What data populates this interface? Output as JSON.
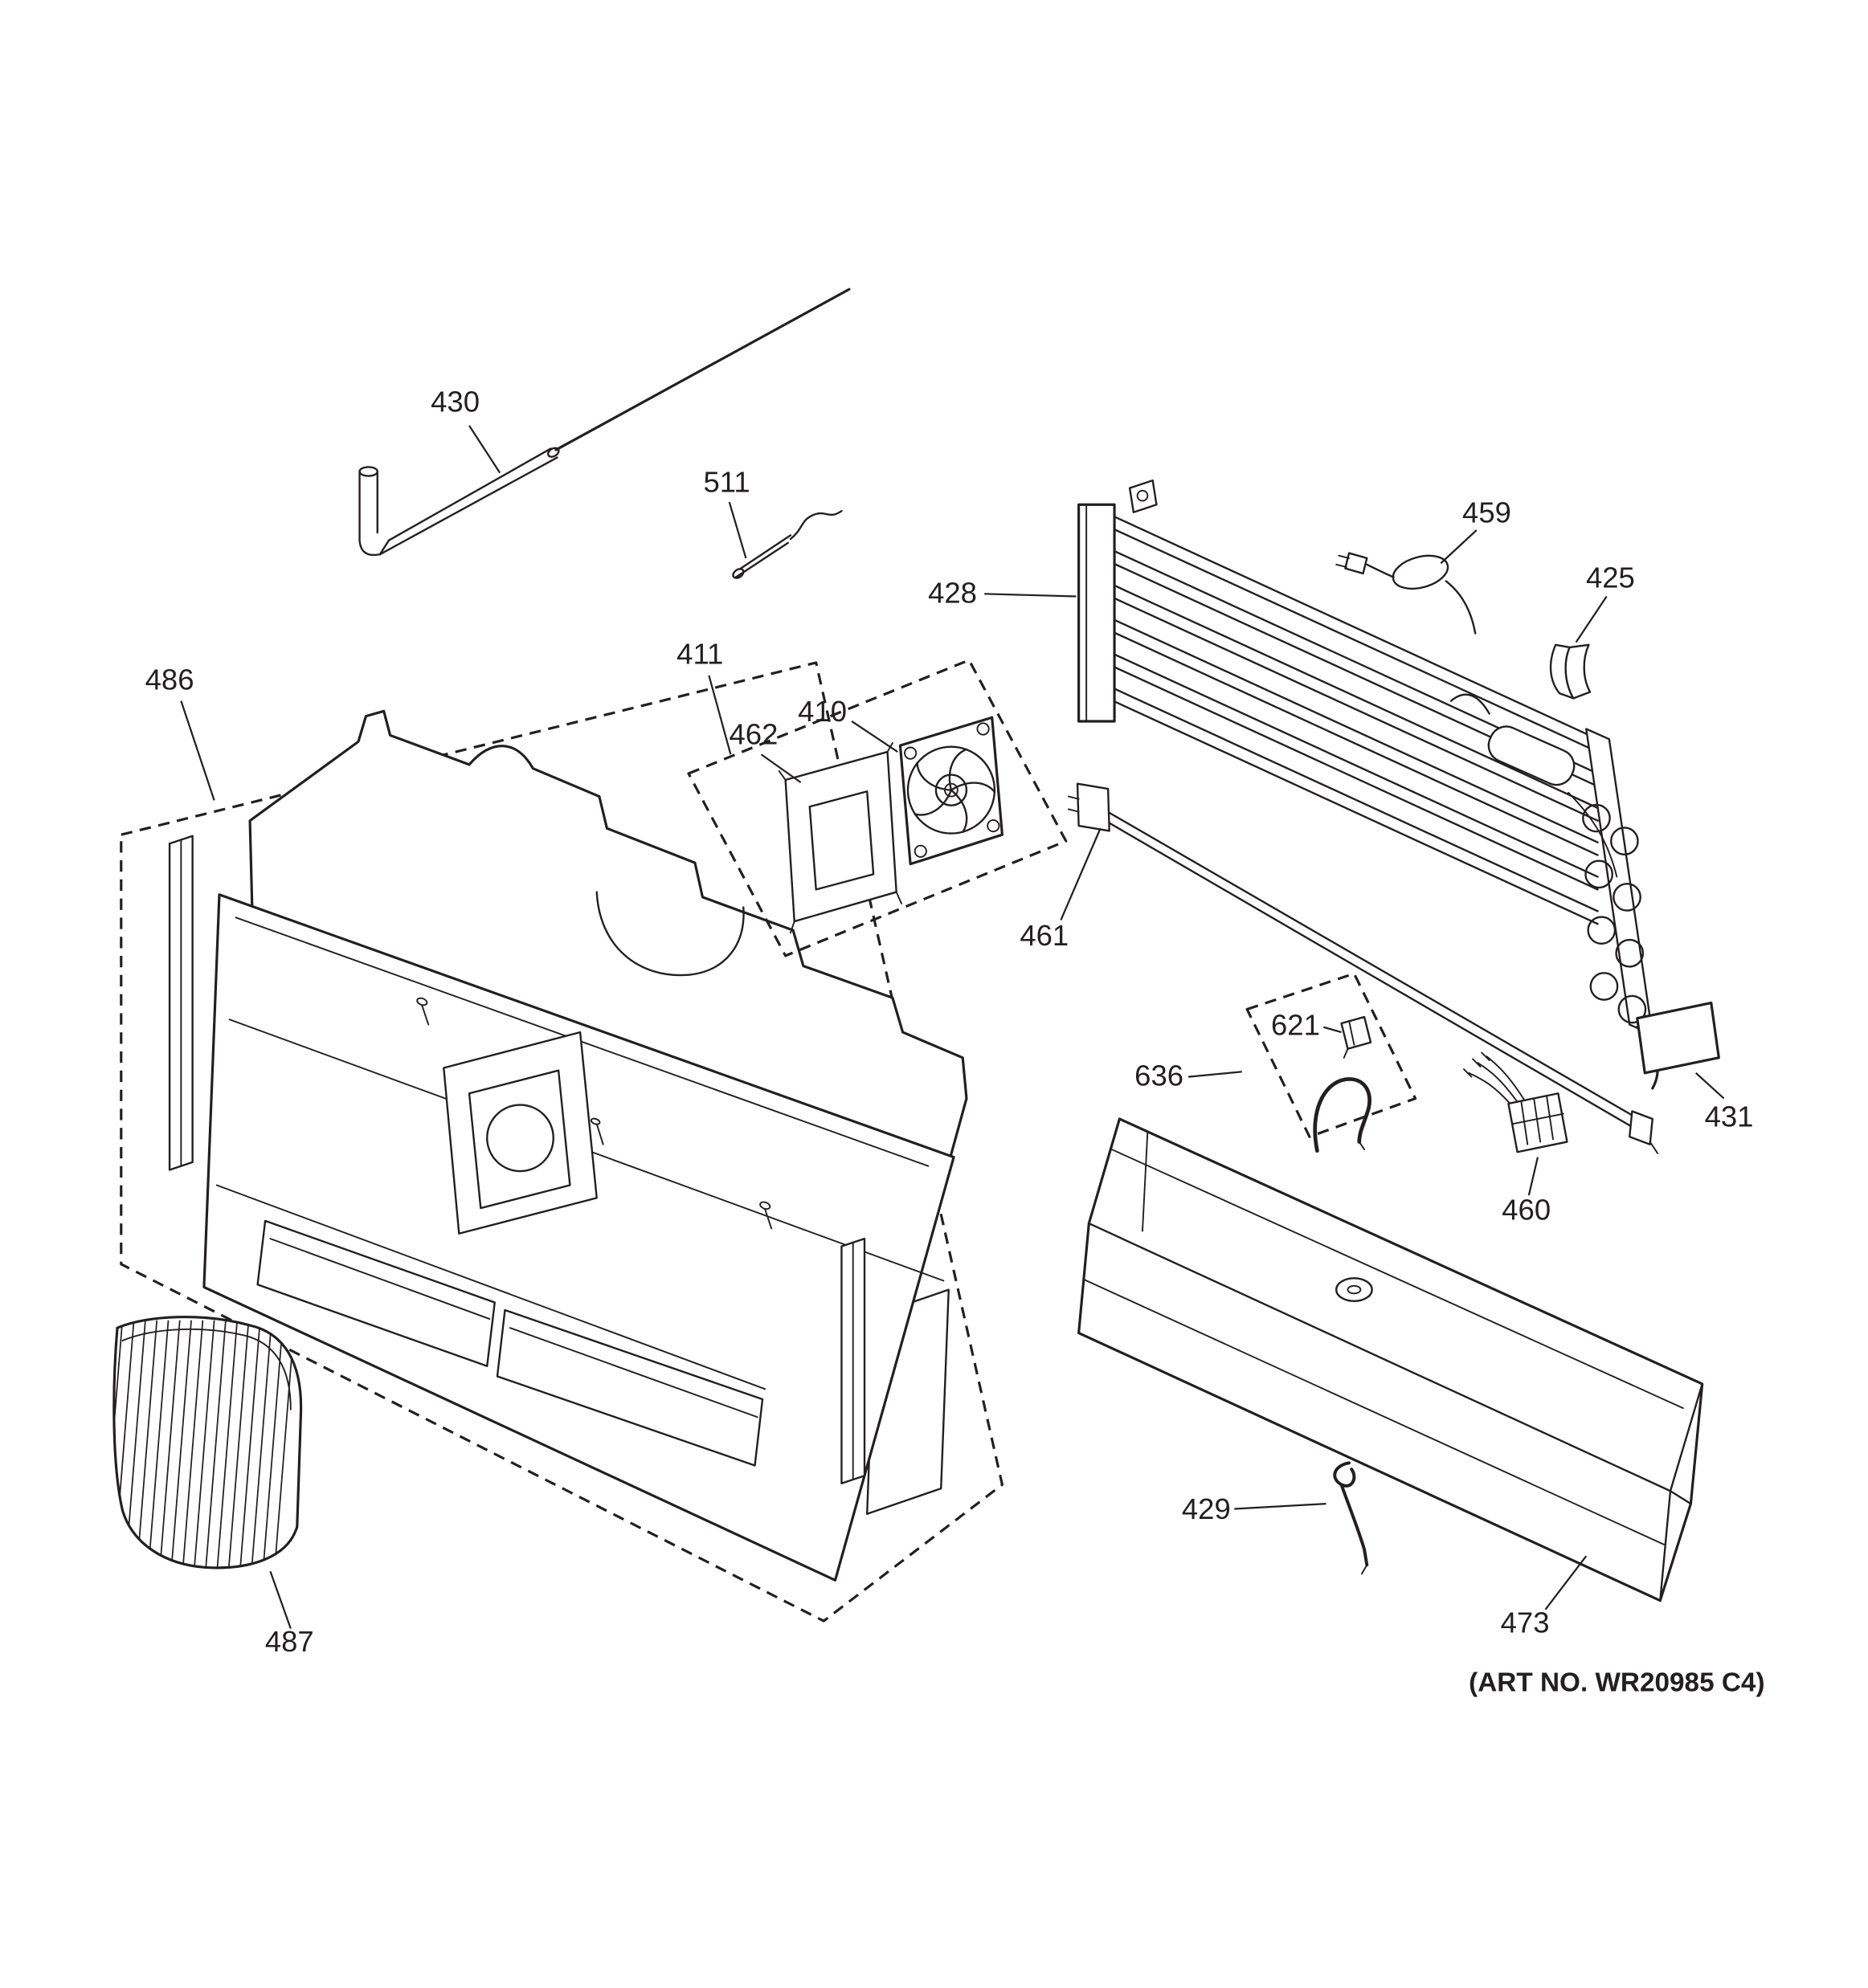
{
  "diagram": {
    "art_no": "(ART NO. WR20985 C4)",
    "line_color": "#231f20",
    "background_color": "#ffffff",
    "callouts": {
      "c410": "410",
      "c411": "411",
      "c425": "425",
      "c428": "428",
      "c429": "429",
      "c430": "430",
      "c431": "431",
      "c459": "459",
      "c460": "460",
      "c461": "461",
      "c462": "462",
      "c473": "473",
      "c486": "486",
      "c487": "487",
      "c511": "511",
      "c621": "621",
      "c636": "636"
    }
  }
}
